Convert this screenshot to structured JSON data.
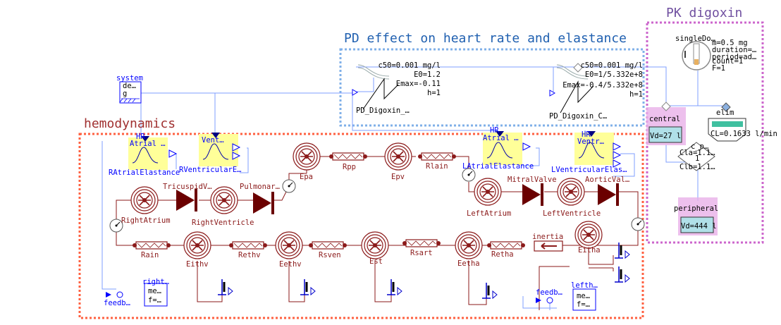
{
  "groups": {
    "pk": "PK digoxin",
    "pd": "PD effect on heart rate and elastance",
    "hemo": "hemodynamics"
  },
  "system": {
    "name": "system",
    "icon": "de…\ng"
  },
  "pd_left": {
    "params": [
      "c50=0.001 mg/l",
      "E0=1.2",
      "Emax=-0.11",
      "h=1"
    ],
    "name": "PD_Digoxin_…"
  },
  "pd_right": {
    "params": [
      "c50=0.001 mg/l",
      "E0=1/5.332e+8",
      "Emax=-0.4/5.332e+8",
      "h=1"
    ],
    "name": "PD_Digoxin_C…"
  },
  "pk": {
    "dose_name": "singleDo…",
    "dose_params": [
      "m=0.5 mg",
      "duration=…",
      "period=ad…",
      "count=1",
      "F=1"
    ],
    "central_name": "central",
    "central_vd": "Vd=27 l",
    "elim_name": "elim",
    "elim_cl": "CL=0.1633 l/min",
    "transfer_name": "c_p…",
    "transfer_params": [
      "Cla=1.1…",
      "1",
      "Clb=1.1…"
    ],
    "peripheral_name": "peripheral",
    "peripheral_vd": "Vd=444 l"
  },
  "elastance": {
    "hr_label": "HR",
    "ra_block": "Atrial …",
    "ra_name": "RAtrialElastance",
    "rv_block": "Vent…",
    "rv_name": "RVentricularE…",
    "la_block": "Atrial …",
    "la_name": "LAtrialElastance",
    "lv_block": "Ventr…",
    "lv_name": "LVentricularElas…"
  },
  "components": {
    "tricuspid": "TricuspidV…",
    "pulmonary": "Pulmonar…",
    "mitral": "MitralValve",
    "aortic": "AorticVal…",
    "right_atrium": "RightAtrium",
    "right_ventricle": "RightVentricle",
    "left_atrium": "LeftAtrium",
    "left_ventricle": "LeftVentricle",
    "epa": "Epa",
    "rpp": "Rpp",
    "epv": "Epv",
    "rlain": "Rlain",
    "rain": "Rain",
    "eithv": "Eithv",
    "rethv": "Rethv",
    "eethv": "Eethv",
    "rsven": "Rsven",
    "est": "Est",
    "rsart": "Rsart",
    "eetha": "Eetha",
    "retha": "Retha",
    "inertia": "inertia",
    "eitha": "Eitha"
  },
  "feedback": {
    "right_name": "feedb…",
    "left_name": "feedb…",
    "right_block": "right…",
    "right_params": [
      "me…",
      "f=…"
    ],
    "left_block": "lefth…",
    "left_params": [
      "me…",
      "f=…"
    ]
  },
  "colors": {
    "red": "#8b1a1a",
    "blue": "#0000ff",
    "pk_border": "#cc66cc",
    "pd_border": "#80b0e8",
    "hemo_border": "#ff6040",
    "yellow": "#ffff99",
    "teal": "#b0e0e8"
  }
}
